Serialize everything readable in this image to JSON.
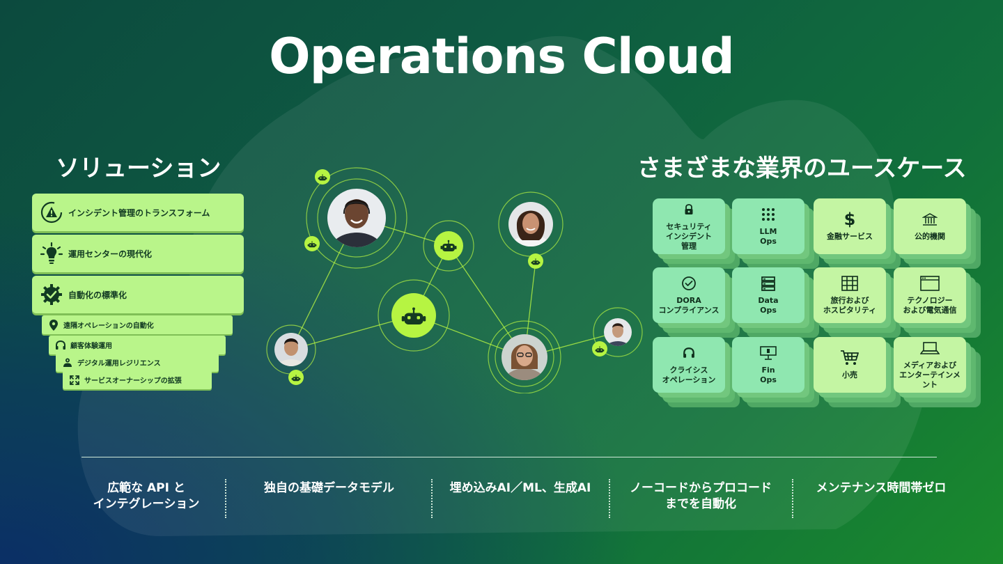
{
  "title": "Operations Cloud",
  "solutions": {
    "heading": "ソリューション",
    "primary": [
      {
        "label": "インシデント管理のトランスフォーム",
        "icon": "warning-transform-icon"
      },
      {
        "label": "運用センターの現代化",
        "icon": "lightbulb-icon"
      },
      {
        "label": "自動化の標準化",
        "icon": "gear-check-icon"
      }
    ],
    "secondary": [
      {
        "label": "遠隔オペレーションの自動化",
        "icon": "location-pin-icon"
      },
      {
        "label": "顧客体験運用",
        "icon": "headset-icon"
      },
      {
        "label": "デジタル運用レジリエンス",
        "icon": "shield-user-icon"
      },
      {
        "label": "サービスオーナーシップの拡張",
        "icon": "expand-icon"
      }
    ]
  },
  "use_cases": {
    "heading": "さまざまな業界のユースケース",
    "tiles": [
      {
        "label": "セキュリティ\nインシデント\n管理",
        "icon": "lock-icon"
      },
      {
        "label": "LLM\nOps",
        "icon": "grid-dots-icon"
      },
      {
        "label": "金融サービス",
        "icon": "dollar-icon"
      },
      {
        "label": "公的機関",
        "icon": "government-building-icon"
      },
      {
        "label": "DORA\nコンプライアンス",
        "icon": "check-circle-icon"
      },
      {
        "label": "Data\nOps",
        "icon": "database-icon"
      },
      {
        "label": "旅行および\nホスピタリティ",
        "icon": "building-icon"
      },
      {
        "label": "テクノロジー\nおよび電気通信",
        "icon": "browser-window-icon"
      },
      {
        "label": "クライシス\nオペレーション",
        "icon": "headset-icon"
      },
      {
        "label": "Fin\nOps",
        "icon": "presentation-board-icon"
      },
      {
        "label": "小売",
        "icon": "shopping-cart-icon"
      },
      {
        "label": "メディアおよび\nエンターテインメ\nント",
        "icon": "laptop-icon"
      }
    ]
  },
  "features": [
    "広範な API と\nインテグレーション",
    "独自の基礎データモデル",
    "埋め込みAI／ML、生成AI",
    "ノーコードからプロコード\nまでを自動化",
    "メンテナンス時間帯ゼロ"
  ],
  "colors": {
    "accent_lime": "#b9f58a",
    "tile_mint": "#8fe7b0",
    "tile_lime": "#c4f5a3",
    "bot_green": "#b6f442"
  }
}
